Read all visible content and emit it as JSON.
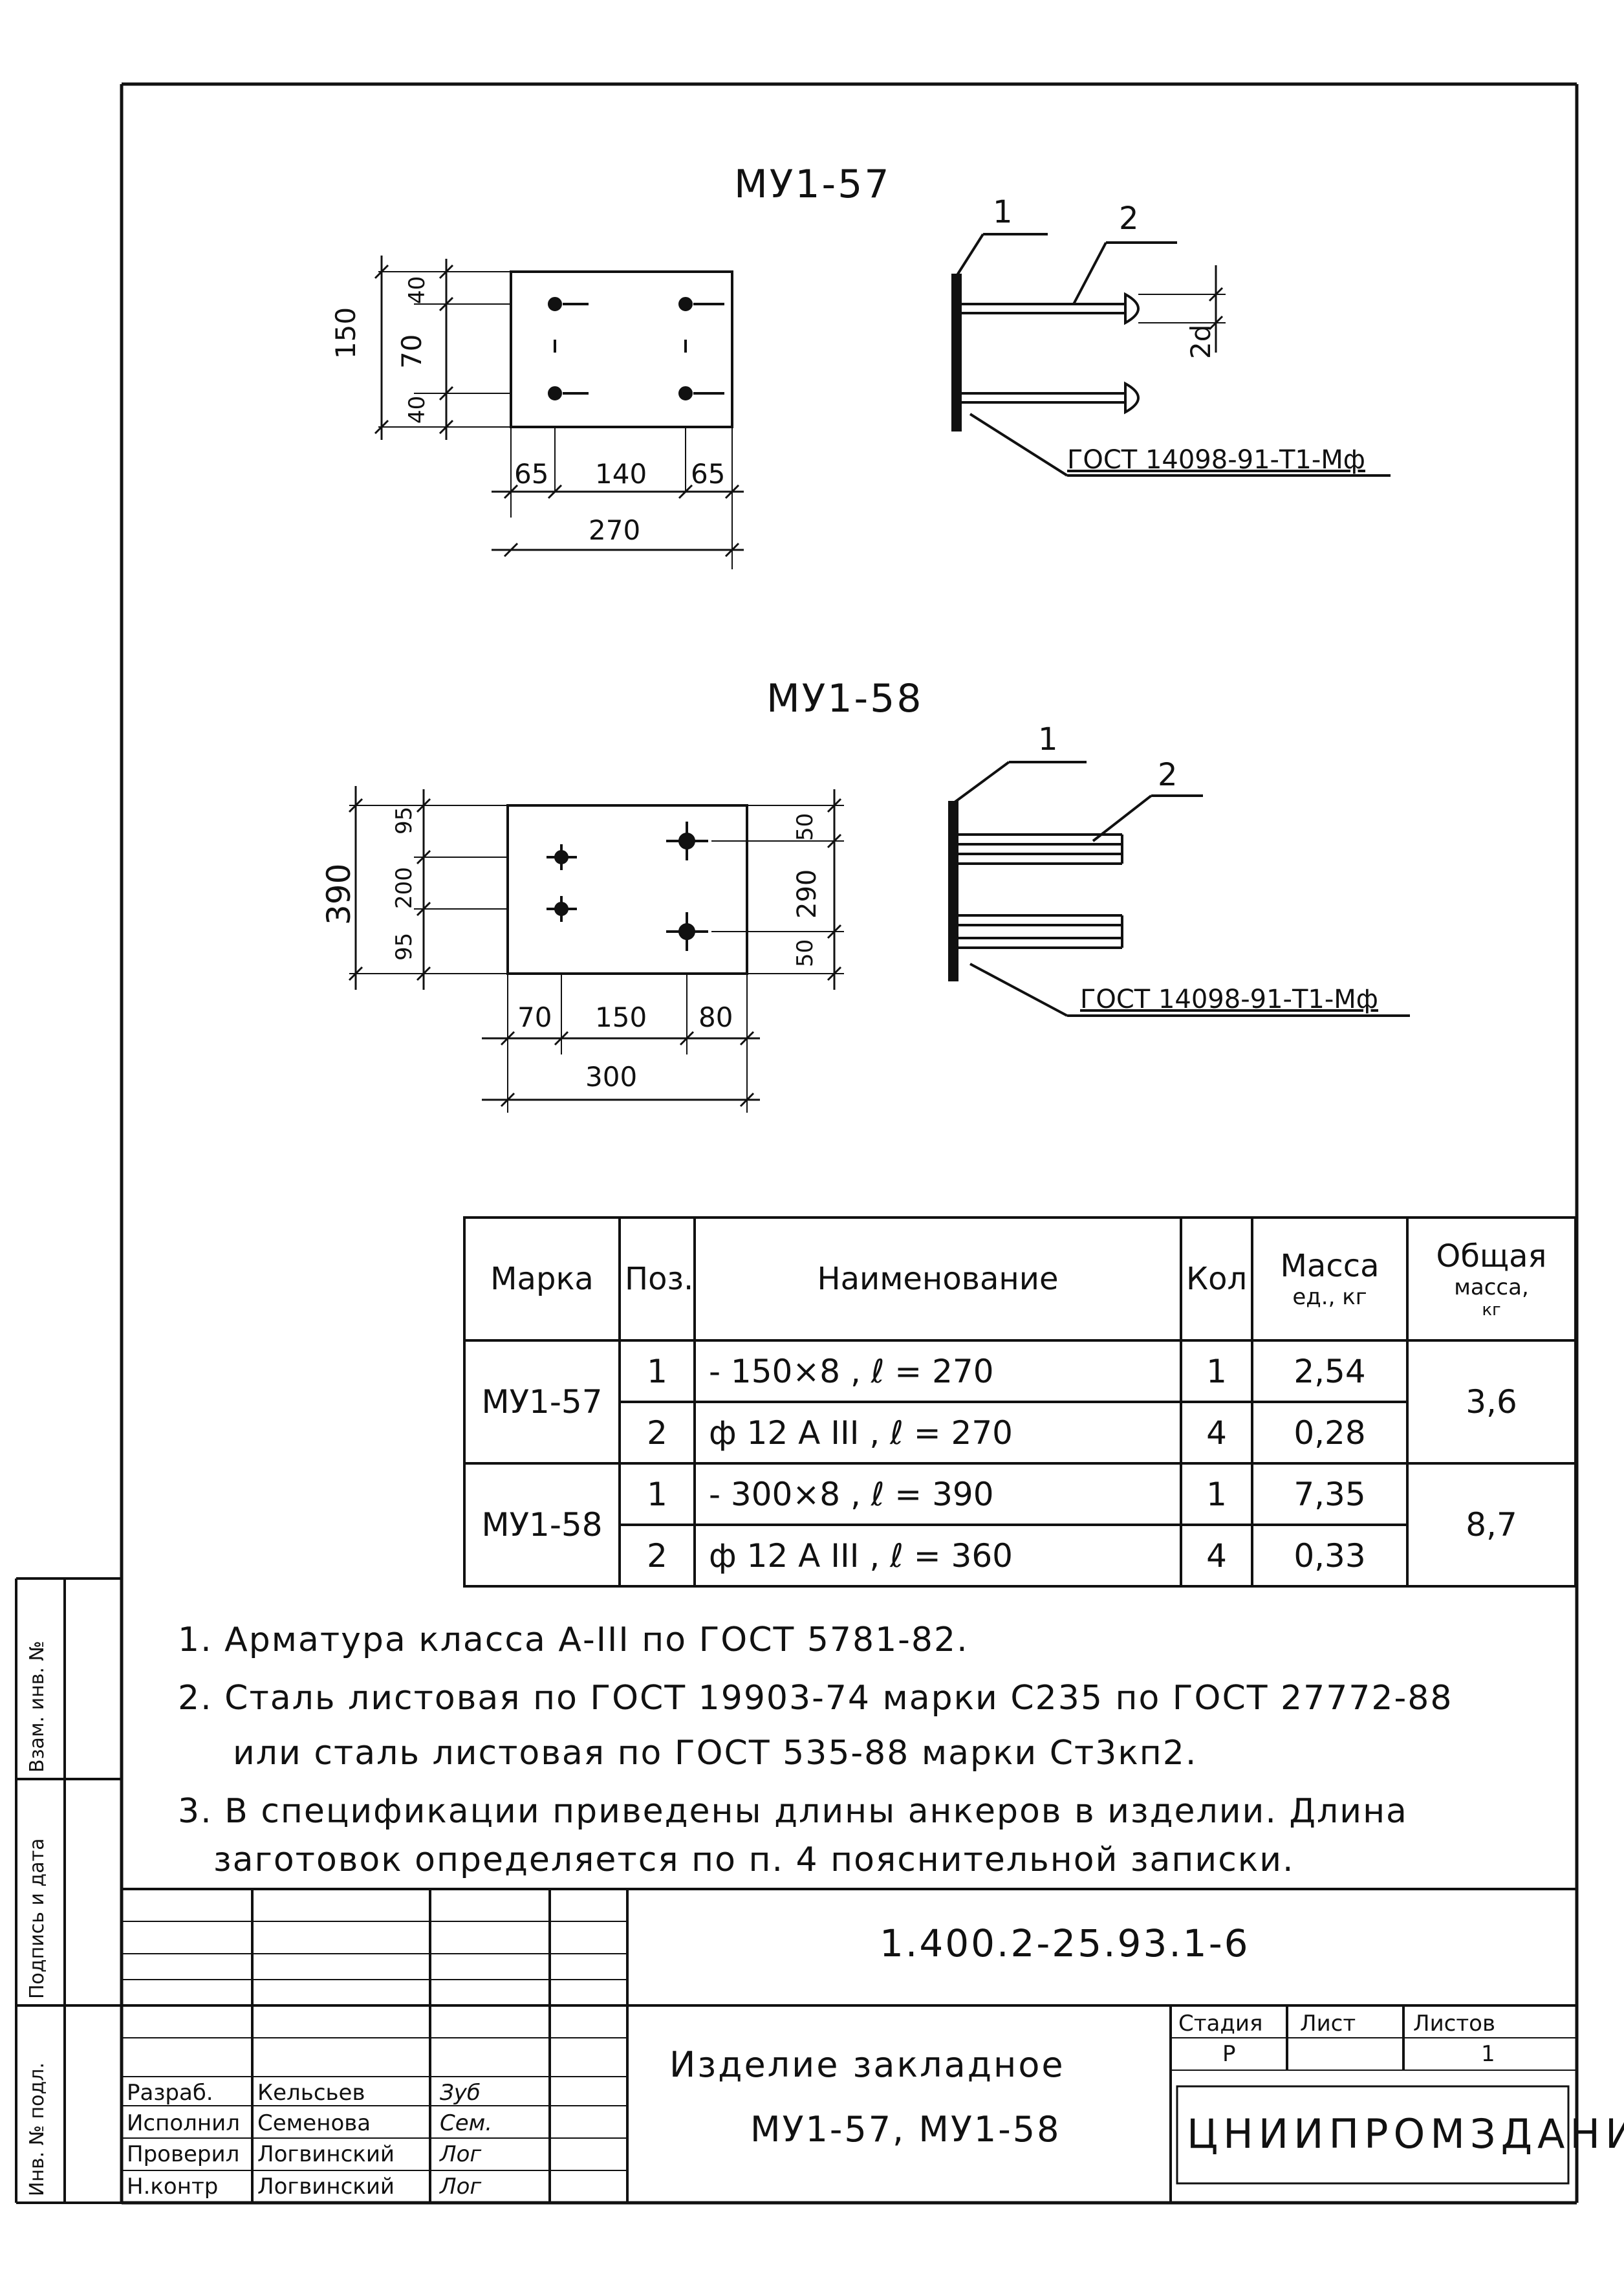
{
  "drawing1": {
    "title": "МУ1-57",
    "dims": {
      "h150": "150",
      "h70": "70",
      "h40a": "40",
      "h40b": "40",
      "w65a": "65",
      "w140": "140",
      "w65b": "65",
      "w270": "270",
      "d2": "2d"
    },
    "leader1": "1",
    "leader2": "2",
    "gost": "ГОСТ 14098-91-Т1-Мф"
  },
  "drawing2": {
    "title": "МУ1-58",
    "dims": {
      "h390": "390",
      "h95a": "95",
      "h200": "200",
      "h95b": "95",
      "h50a": "50",
      "h290": "290",
      "h50b": "50",
      "w70": "70",
      "w150": "150",
      "w80": "80",
      "w300": "300"
    },
    "leader1": "1",
    "leader2": "2",
    "gost": "ГОСТ 14098-91-Т1-Мф"
  },
  "spec_table": {
    "headers": {
      "mark": "Марка",
      "pos": "Поз.",
      "name": "Наименование",
      "qty": "Кол",
      "mass": "Масса",
      "mass_unit": "ед., кг",
      "total": "Общая",
      "total_unit": "масса,",
      "total_unit2": "кг"
    },
    "groups": [
      {
        "mark": "МУ1-57",
        "total": "3,6",
        "rows": [
          {
            "pos": "1",
            "name": "- 150×8 , ℓ = 270",
            "qty": "1",
            "mass": "2,54"
          },
          {
            "pos": "2",
            "name": "ф 12 А III , ℓ = 270",
            "qty": "4",
            "mass": "0,28"
          }
        ]
      },
      {
        "mark": "МУ1-58",
        "total": "8,7",
        "rows": [
          {
            "pos": "1",
            "name": "- 300×8 , ℓ = 390",
            "qty": "1",
            "mass": "7,35"
          },
          {
            "pos": "2",
            "name": "ф 12 А III , ℓ = 360",
            "qty": "4",
            "mass": "0,33"
          }
        ]
      }
    ]
  },
  "notes": [
    "1. Арматура класса А-III по ГОСТ 5781-82.",
    "2. Сталь листовая по ГОСТ 19903-74 марки С235 по ГОСТ 27772-88",
    "или сталь листовая по ГОСТ 535-88 марки Ст3кп2.",
    "3. В спецификации приведены длины анкеров в изделии. Длина",
    "заготовок определяется по п. 4 пояснительной записки."
  ],
  "title_block": {
    "doc_code": "1.400.2-25.93.1-6",
    "name_line1": "Изделие закладное",
    "name_line2": "МУ1-57, МУ1-58",
    "stage_label": "Стадия",
    "sheet_label": "Лист",
    "sheets_label": "Листов",
    "stage": "Р",
    "sheet": "",
    "sheets": "1",
    "org": "ЦНИИПРОМЗДАНИЙ",
    "roles": [
      {
        "role": "Разраб.",
        "name": "Кельсьев",
        "sign": "Зуб"
      },
      {
        "role": "Исполнил",
        "name": "Семенова",
        "sign": "Сем."
      },
      {
        "role": "Проверил",
        "name": "Логвинский",
        "sign": "Лог"
      },
      {
        "role": "Н.контр",
        "name": "Логвинский",
        "sign": "Лог"
      }
    ]
  },
  "side_stamp": {
    "inv_orig": "Инв. № подл.",
    "sign_date": "Подпись и дата",
    "inv_repl": "Взам. инв. №"
  }
}
